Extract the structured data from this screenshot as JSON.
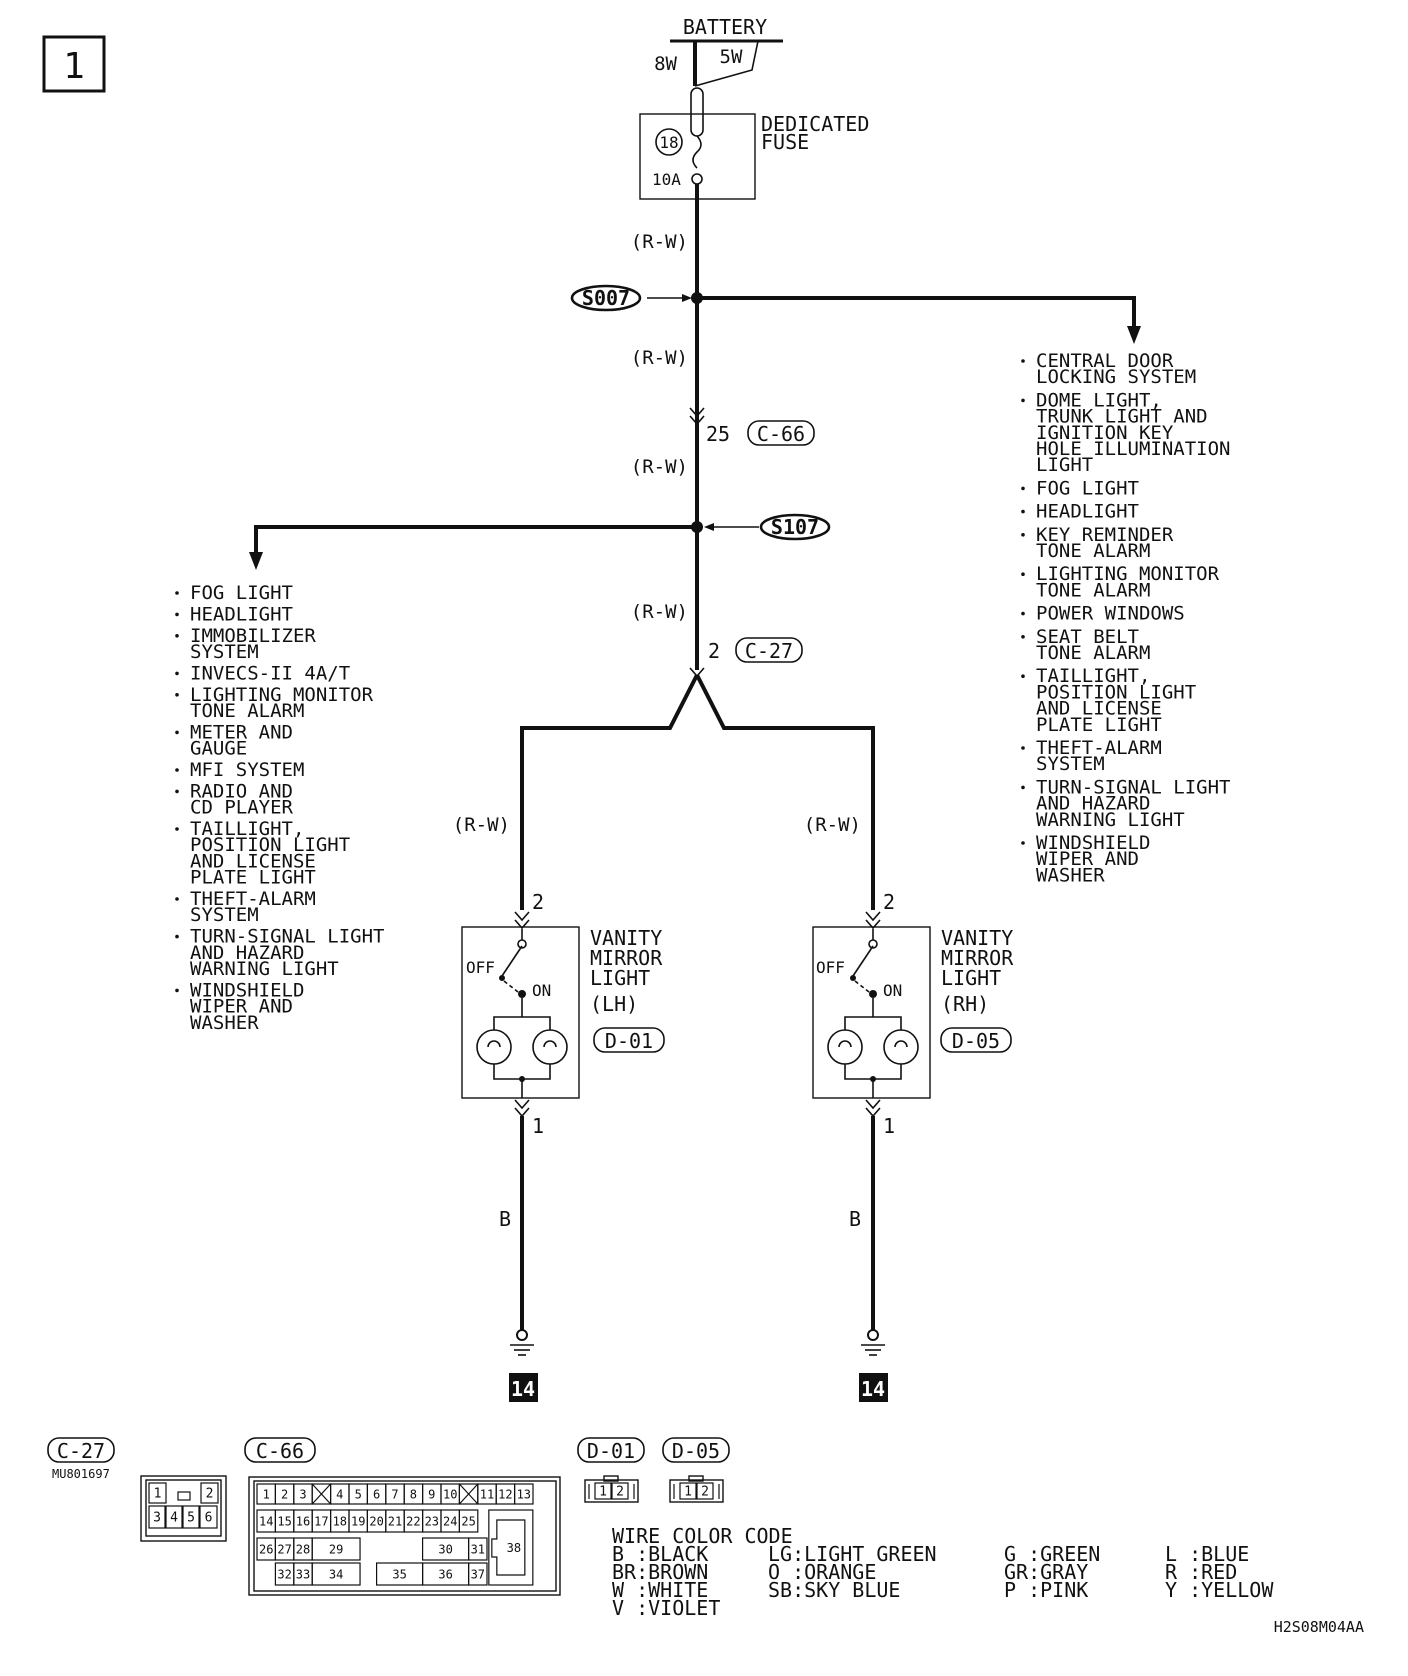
{
  "page_tab": "1",
  "battery": {
    "label": "BATTERY",
    "wire_8w": "8W",
    "wire_5w": "5W"
  },
  "fuse": {
    "label_line1": "DEDICATED",
    "label_line2": "FUSE",
    "number": "18",
    "rating": "10A"
  },
  "wire_rw": "(R-W)",
  "wire_b": "B",
  "splices": {
    "s007": "S007",
    "s107": "S107"
  },
  "connectors": {
    "c66": {
      "label": "C-66",
      "pin": "25"
    },
    "c27": {
      "label": "C-27",
      "pin": "2"
    }
  },
  "right_branch_items": [
    [
      "CENTRAL DOOR",
      "LOCKING SYSTEM"
    ],
    [
      "DOME LIGHT,",
      "TRUNK LIGHT AND",
      "IGNITION KEY",
      "HOLE ILLUMINATION",
      "LIGHT"
    ],
    [
      "FOG LIGHT"
    ],
    [
      "HEADLIGHT"
    ],
    [
      "KEY REMINDER",
      "TONE ALARM"
    ],
    [
      "LIGHTING MONITOR",
      "TONE ALARM"
    ],
    [
      "POWER WINDOWS"
    ],
    [
      "SEAT BELT",
      "TONE ALARM"
    ],
    [
      "TAILLIGHT,",
      "POSITION LIGHT",
      "AND LICENSE",
      "PLATE LIGHT"
    ],
    [
      "THEFT-ALARM",
      "SYSTEM"
    ],
    [
      "TURN-SIGNAL LIGHT",
      "AND HAZARD",
      "WARNING LIGHT"
    ],
    [
      "WINDSHIELD",
      "WIPER AND",
      "WASHER"
    ]
  ],
  "left_branch_items": [
    [
      "FOG LIGHT"
    ],
    [
      "HEADLIGHT"
    ],
    [
      "IMMOBILIZER",
      "SYSTEM"
    ],
    [
      "INVECS-II 4A/T"
    ],
    [
      "LIGHTING MONITOR",
      "TONE ALARM"
    ],
    [
      "METER AND",
      "GAUGE"
    ],
    [
      "MFI SYSTEM"
    ],
    [
      "RADIO AND",
      "CD PLAYER"
    ],
    [
      "TAILLIGHT,",
      "POSITION LIGHT",
      "AND LICENSE",
      "PLATE LIGHT"
    ],
    [
      "THEFT-ALARM",
      "SYSTEM"
    ],
    [
      "TURN-SIGNAL LIGHT",
      "AND HAZARD",
      "WARNING LIGHT"
    ],
    [
      "WINDSHIELD",
      "WIPER AND",
      "WASHER"
    ]
  ],
  "vanity_lh": {
    "line1": "VANITY",
    "line2": "MIRROR",
    "line3": "LIGHT",
    "side": "(LH)",
    "connector": "D-01",
    "pin_top": "2",
    "pin_bottom": "1",
    "off": "OFF",
    "on": "ON",
    "ground": "14"
  },
  "vanity_rh": {
    "line1": "VANITY",
    "line2": "MIRROR",
    "line3": "LIGHT",
    "side": "(RH)",
    "connector": "D-05",
    "pin_top": "2",
    "pin_bottom": "1",
    "off": "OFF",
    "on": "ON",
    "ground": "14"
  },
  "connector_views": {
    "c27": {
      "label": "C-27",
      "part_number": "MU801697",
      "pins": [
        "1",
        "2",
        "3",
        "4",
        "5",
        "6"
      ]
    },
    "c66": {
      "label": "C-66",
      "pins": [
        "1",
        "2",
        "3",
        "4",
        "5",
        "6",
        "7",
        "8",
        "9",
        "10",
        "11",
        "12",
        "13",
        "14",
        "15",
        "16",
        "17",
        "18",
        "19",
        "20",
        "21",
        "22",
        "23",
        "24",
        "25",
        "26",
        "27",
        "28",
        "29",
        "30",
        "31",
        "32",
        "33",
        "34",
        "35",
        "36",
        "37",
        "38"
      ]
    },
    "d01": {
      "label": "D-01",
      "pins": [
        "1",
        "2"
      ]
    },
    "d05": {
      "label": "D-05",
      "pins": [
        "1",
        "2"
      ]
    }
  },
  "wire_color_code": {
    "title": "WIRE COLOR CODE",
    "entries": [
      "B :BLACK",
      "BR:BROWN",
      "W :WHITE",
      "V :VIOLET",
      "LG:LIGHT GREEN",
      "O :ORANGE",
      "SB:SKY BLUE",
      "G :GREEN",
      "GR:GRAY",
      "P :PINK",
      "L :BLUE",
      "R :RED",
      "Y :YELLOW"
    ]
  },
  "diagram_id": "H2S08M04AA"
}
